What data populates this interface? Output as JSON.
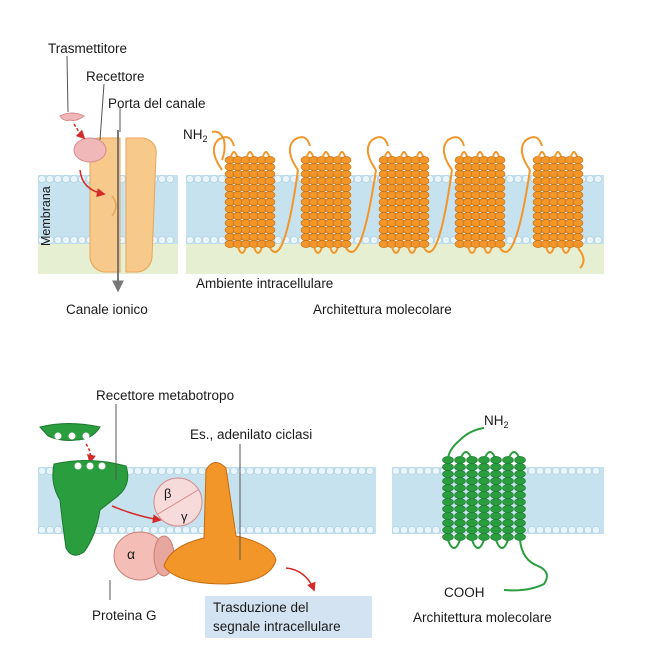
{
  "top_left": {
    "transmitter": "Trasmettitore",
    "receptor": "Recettore",
    "gate": "Porta del canale",
    "membrane": "Membrana",
    "caption": "Canale ionico"
  },
  "top_right": {
    "nh2_main": "NH",
    "nh2_sub": "2",
    "intracellular": "Ambiente intracellulare",
    "caption": "Architettura molecolare"
  },
  "bottom_left": {
    "metabotropic": "Recettore metabotropo",
    "adenylate": "Es., adenilato ciclasi",
    "beta": "β",
    "gamma": "γ",
    "alpha": "α",
    "gprotein": "Proteina G",
    "transduction_line1": "Trasduzione del",
    "transduction_line2": "segnale intracellulare"
  },
  "bottom_right": {
    "nh2_main": "NH",
    "nh2_sub": "2",
    "cooh": "COOH",
    "caption": "Architettura molecolare"
  },
  "colors": {
    "membrane": "#c6e2ee",
    "lipid_head": "#e9f5fa",
    "intracellular": "#e6efd2",
    "orange": "#f2962a",
    "orange_light": "#f7c98a",
    "green": "#2a9d3e",
    "red_arrow": "#d42a2a",
    "pink": "#f0b8b8"
  }
}
